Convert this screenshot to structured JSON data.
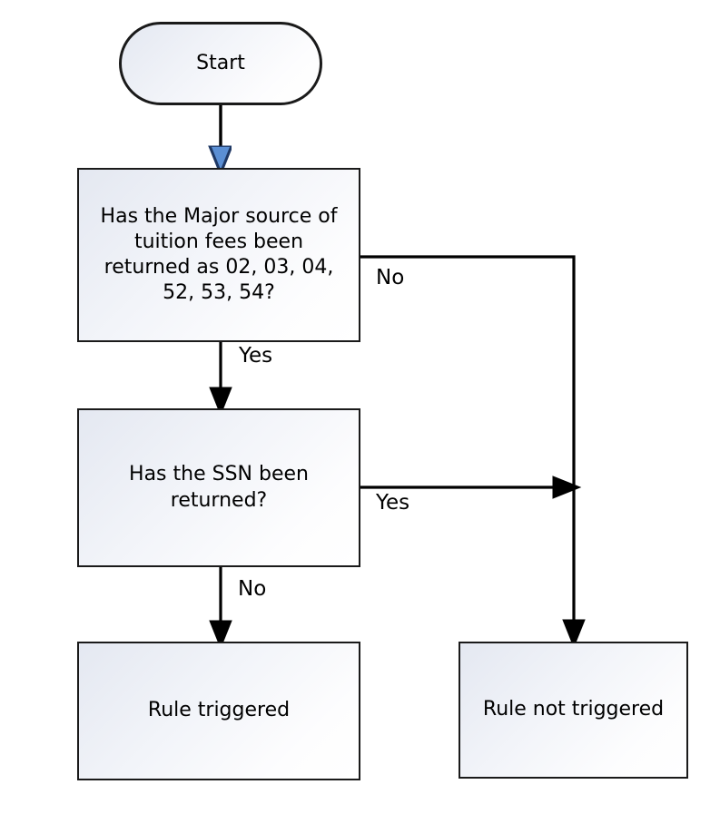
{
  "diagram": {
    "title": "Tuition fees / SSN rule decision flowchart",
    "background_color": "#ffffff",
    "node_border_color": "#1a1a1a",
    "node_fill_start_color": "#e4e8f1",
    "node_fill_end_color": "#ffffff",
    "connector_color": "#000000",
    "start_arrowhead_color": "#5b8fd4",
    "start_arrowhead_border_color": "#1f3864"
  },
  "nodes": {
    "start": {
      "label": "Start",
      "shape": "stadium"
    },
    "decision_1": {
      "label": "Has the Major source of\ntuition fees been\nreturned as 02, 03, 04,\n52, 53, 54?",
      "shape": "rectangle"
    },
    "decision_2": {
      "label": "Has the SSN been\nreturned?",
      "shape": "rectangle"
    },
    "result_triggered": {
      "label": "Rule triggered",
      "shape": "rectangle"
    },
    "result_not_triggered": {
      "label": "Rule not triggered",
      "shape": "rectangle"
    }
  },
  "edges": {
    "start_to_decision_1": {
      "label": ""
    },
    "decision_1_no": {
      "label": "No"
    },
    "decision_1_yes": {
      "label": "Yes"
    },
    "decision_2_yes": {
      "label": "Yes"
    },
    "decision_2_no": {
      "label": "No"
    }
  }
}
